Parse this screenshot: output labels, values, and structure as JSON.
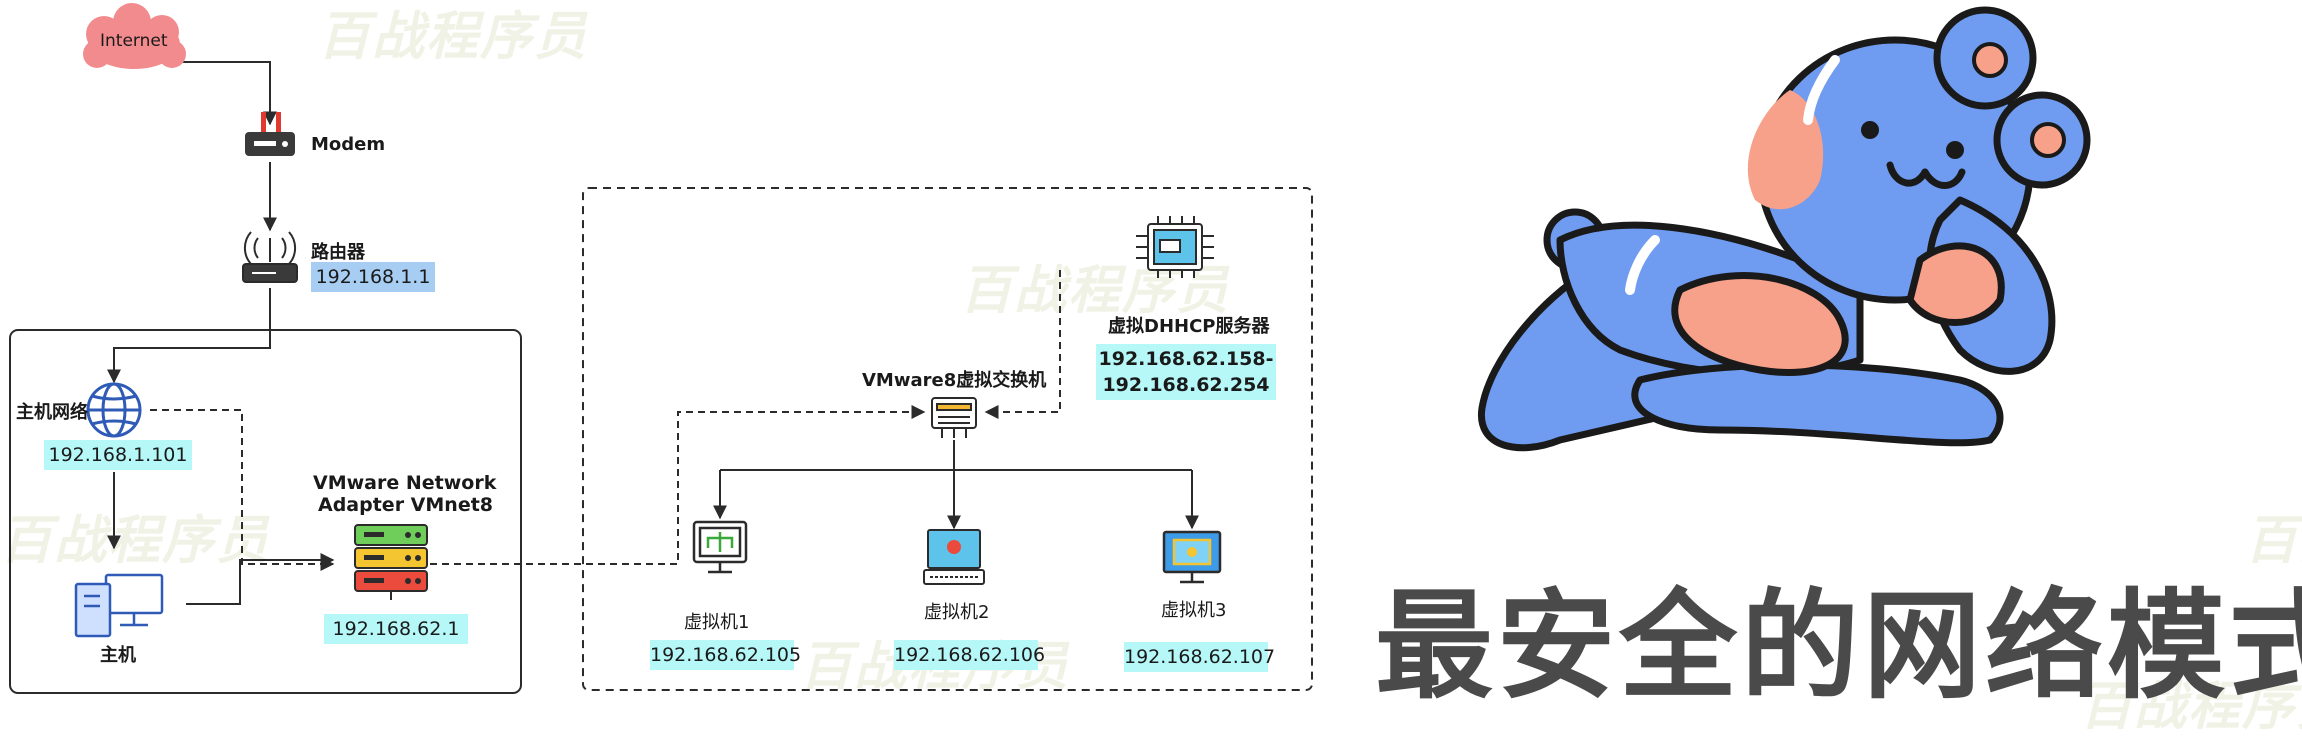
{
  "watermark": "百战程序员",
  "nodes": {
    "internet": "Internet",
    "modem": "Modem",
    "router": "路由器",
    "router_ip": "192.168.1.1",
    "host_network": "主机网络",
    "host_network_ip": "192.168.1.101",
    "host": "主机",
    "adapter_line1": "VMware Network",
    "adapter_line2": "Adapter VMnet8",
    "adapter_ip": "192.168.62.1",
    "switch": "VMware8虚拟交换机",
    "dhcp": "虚拟DHHCP服务器",
    "dhcp_range_line1": "192.168.62.158-",
    "dhcp_range_line2": "192.168.62.254",
    "vm1": "虚拟机1",
    "vm1_ip": "192.168.62.105",
    "vm2": "虚拟机2",
    "vm2_ip": "192.168.62.106",
    "vm3": "虚拟机3",
    "vm3_ip": "192.168.62.107"
  },
  "slogan": "最安全的网络模式",
  "colors": {
    "cloud": "#f28b8e",
    "ip_tag_blue": "#a7cdf2",
    "ip_tag_cyan": "#b6f8f8",
    "bear_body": "#6f9cf0",
    "bear_cheek": "#f7a08a",
    "slogan": "#4a4a4a"
  }
}
